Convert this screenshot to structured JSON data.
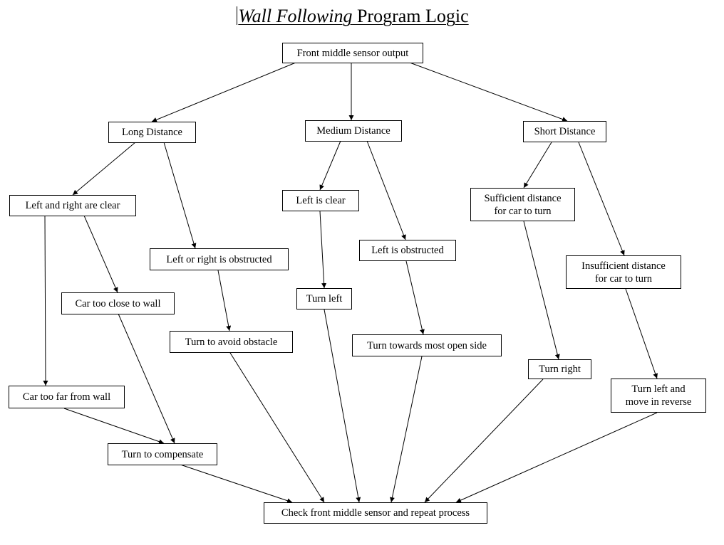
{
  "title": {
    "italic": "Wall Following",
    "rest": " Program Logic"
  },
  "nodes": {
    "front_sensor": "Front middle sensor output",
    "long_distance": "Long Distance",
    "medium_distance": "Medium Distance",
    "short_distance": "Short Distance",
    "left_right_clear": "Left and right are clear",
    "left_or_right_obstructed": "Left or right is obstructed",
    "car_too_close": "Car too close to wall",
    "car_too_far": "Car too far from wall",
    "turn_avoid": "Turn to avoid obstacle",
    "turn_compensate": "Turn to compensate",
    "left_clear": "Left is clear",
    "turn_left": "Turn left",
    "left_obstructed": "Left is obstructed",
    "turn_open_side": "Turn towards most open side",
    "sufficient_distance": "Sufficient distance\nfor car to turn",
    "turn_right": "Turn right",
    "insufficient_distance": "Insufficient distance\nfor car to turn",
    "turn_left_reverse": "Turn left and\nmove in reverse",
    "check_repeat": "Check front middle sensor and repeat process"
  },
  "edges": [
    [
      "front_sensor",
      "long_distance"
    ],
    [
      "front_sensor",
      "medium_distance"
    ],
    [
      "front_sensor",
      "short_distance"
    ],
    [
      "long_distance",
      "left_right_clear"
    ],
    [
      "long_distance",
      "left_or_right_obstructed"
    ],
    [
      "left_right_clear",
      "car_too_close"
    ],
    [
      "left_right_clear",
      "car_too_far"
    ],
    [
      "left_or_right_obstructed",
      "turn_avoid"
    ],
    [
      "car_too_close",
      "turn_compensate"
    ],
    [
      "car_too_far",
      "turn_compensate"
    ],
    [
      "medium_distance",
      "left_clear"
    ],
    [
      "medium_distance",
      "left_obstructed"
    ],
    [
      "left_clear",
      "turn_left"
    ],
    [
      "left_obstructed",
      "turn_open_side"
    ],
    [
      "short_distance",
      "sufficient_distance"
    ],
    [
      "short_distance",
      "insufficient_distance"
    ],
    [
      "sufficient_distance",
      "turn_right"
    ],
    [
      "insufficient_distance",
      "turn_left_reverse"
    ],
    [
      "turn_compensate",
      "check_repeat"
    ],
    [
      "turn_avoid",
      "check_repeat"
    ],
    [
      "turn_left",
      "check_repeat"
    ],
    [
      "turn_open_side",
      "check_repeat"
    ],
    [
      "turn_right",
      "check_repeat"
    ],
    [
      "turn_left_reverse",
      "check_repeat"
    ]
  ]
}
